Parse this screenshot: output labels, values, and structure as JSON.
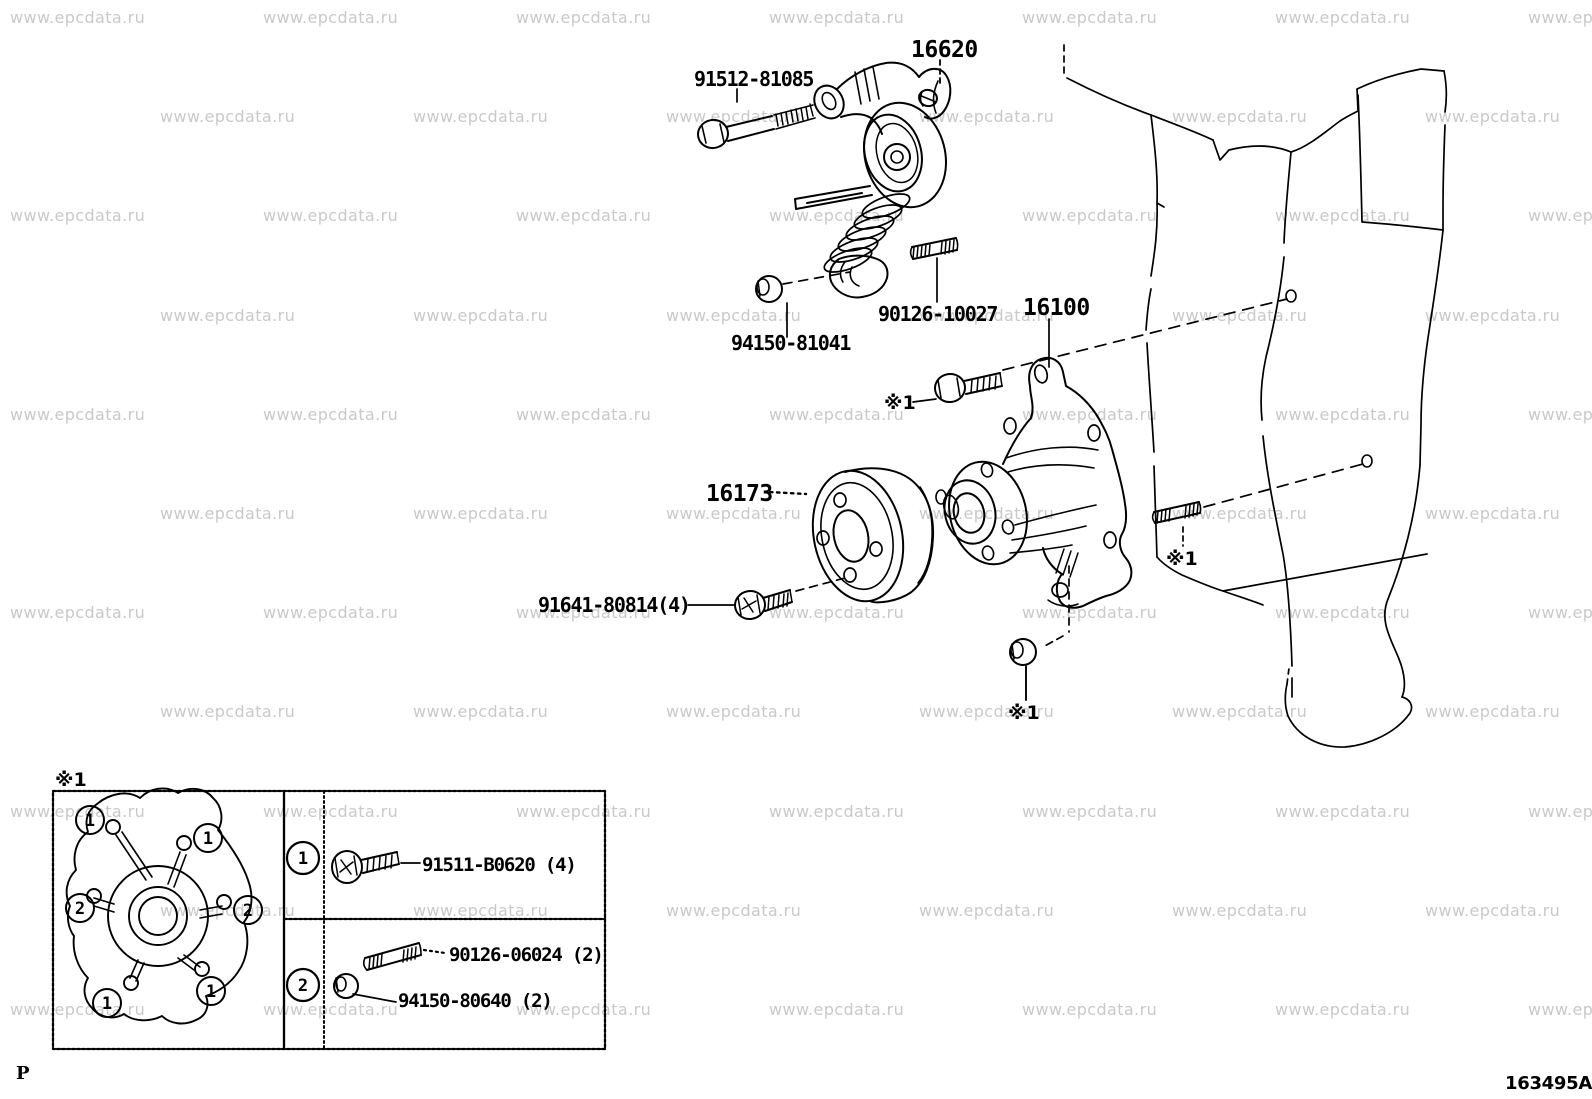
{
  "watermark": {
    "text": "www.epcdata.ru",
    "color": "#c9c9c9"
  },
  "diagram": {
    "parts": {
      "tensioner_bolt": "91512-81085",
      "tensioner": "16620",
      "tensioner_stud": "90126-10027",
      "tensioner_nut": "94150-81041",
      "water_pump": "16100",
      "pump_pulley": "16173",
      "pulley_bolt": "91641-80814(4)"
    },
    "ref_mark": "※1",
    "table": {
      "rows": [
        {
          "num": "1",
          "part": "91511-B0620 (4)"
        },
        {
          "num": "2",
          "stud_part": "90126-06024 (2)",
          "nut_part": "94150-80640 (2)"
        }
      ],
      "callouts": [
        "1",
        "1",
        "2",
        "2",
        "1",
        "1"
      ]
    },
    "footer": {
      "page_code": "P",
      "figure_code": "163495A"
    }
  }
}
